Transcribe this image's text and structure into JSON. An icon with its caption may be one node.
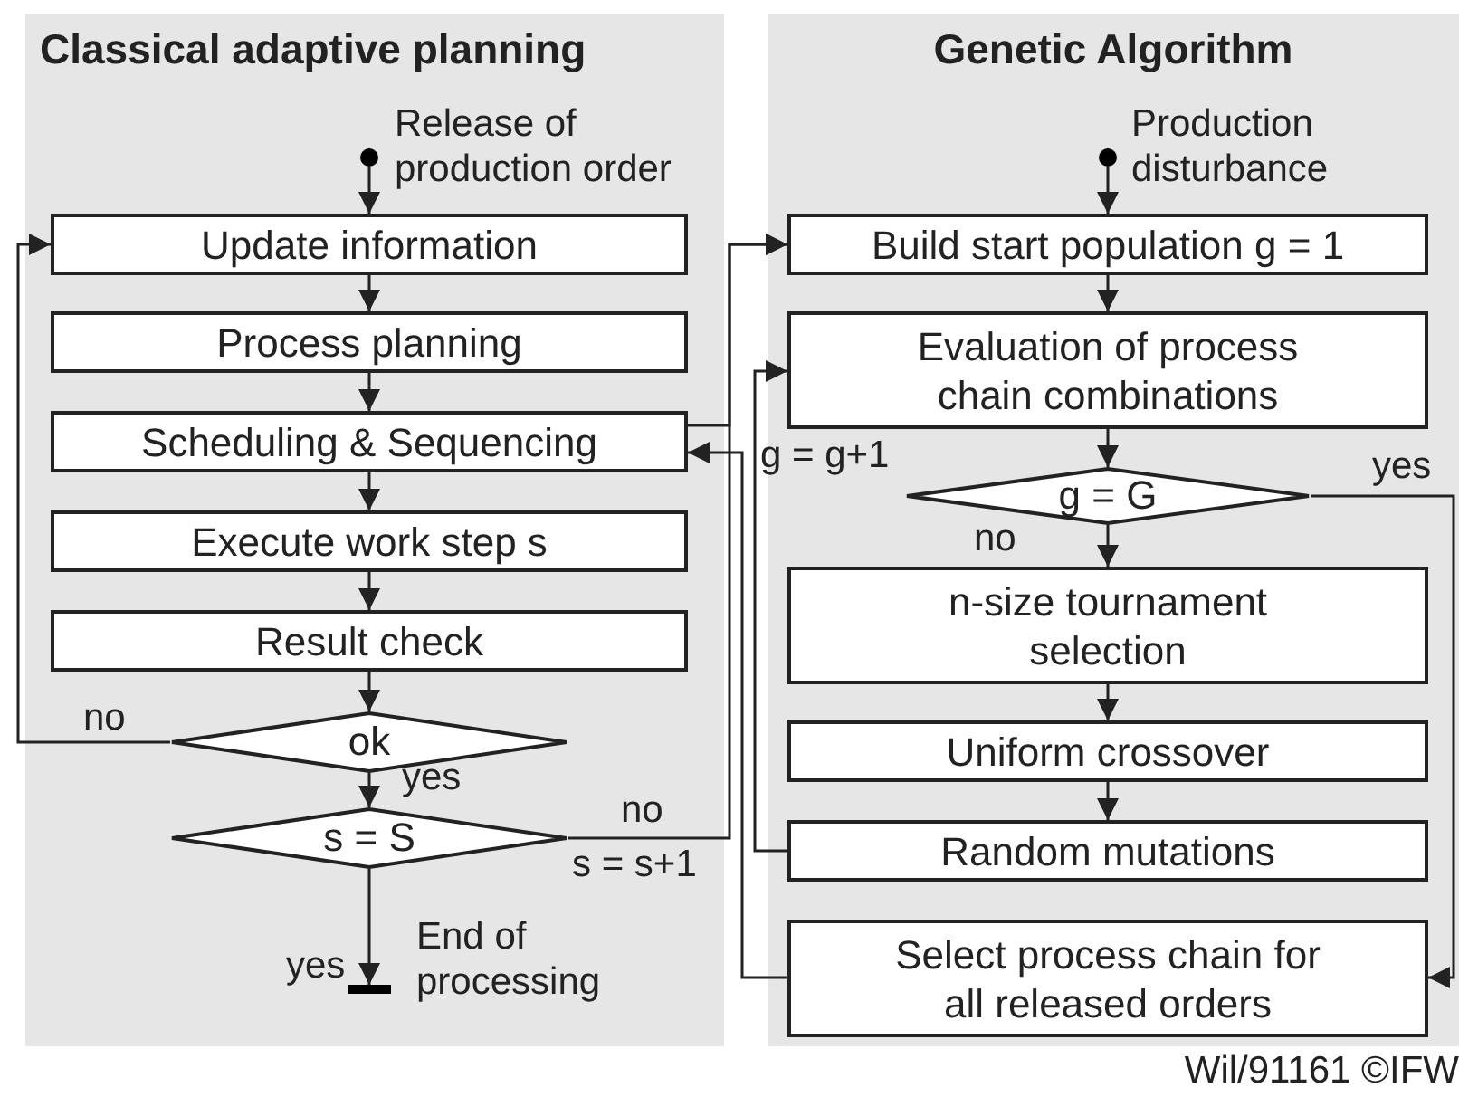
{
  "diagram": {
    "nodes": [
      {
        "text": [
          "Classical adaptive planning"
        ]
      },
      {
        "text": [
          "Genetic Algorithm"
        ]
      },
      {
        "text": [],
        "shape": "circle",
        "in": 0,
        "beside": [
          "Release of production order"
        ]
      },
      {
        "text": [
          "Update information"
        ],
        "in": 0
      },
      {
        "text": [
          "Process planning"
        ],
        "in": 0
      },
      {
        "text": [
          "Scheduling & Sequencing"
        ],
        "in": 0
      },
      {
        "text": [
          "Execute work step s"
        ],
        "in": 0
      },
      {
        "text": [
          "Result check"
        ],
        "in": 0
      },
      {
        "text": [
          "ok"
        ],
        "in": 0
      },
      {
        "text": [
          "s = S"
        ],
        "in": 0
      },
      {
        "text": [],
        "shape": "bar",
        "in": 0,
        "beside": [
          "End of processing"
        ]
      },
      {
        "text": [],
        "shape": "circle",
        "in": 1,
        "beside": [
          "Production disturbance"
        ]
      },
      {
        "text": [
          "Build start population g = 1"
        ],
        "in": 1
      },
      {
        "text": [
          "Evaluation of process chain combinations"
        ],
        "in": 1
      },
      {
        "text": [
          "g = G"
        ],
        "in": 1
      },
      {
        "text": [
          "n-size tournament selection"
        ],
        "in": 1
      },
      {
        "text": [
          "Uniform crossover"
        ],
        "in": 1
      },
      {
        "text": [
          "Random mutations"
        ],
        "in": 1
      },
      {
        "text": [
          "Select process chain for all released orders"
        ],
        "in": 1
      }
    ],
    "edges": [
      {
        "from": 2,
        "to": 3,
        "arrow": "to"
      },
      {
        "from": 3,
        "to": 4,
        "arrow": "to"
      },
      {
        "from": 4,
        "to": 5,
        "arrow": "to"
      },
      {
        "from": 5,
        "to": 6,
        "arrow": "to"
      },
      {
        "from": 6,
        "to": 7,
        "arrow": "to"
      },
      {
        "from": 7,
        "to": 8,
        "arrow": "to"
      },
      {
        "from": 8,
        "to": 3,
        "arrow": "to",
        "label": "no"
      },
      {
        "from": 8,
        "to": 9,
        "arrow": "to",
        "label": "yes"
      },
      {
        "from": 9,
        "to": 10,
        "arrow": "to",
        "label": "yes"
      },
      {
        "from": 9,
        "to": 12,
        "arrow": "to",
        "label": "no"
      },
      {
        "from": 5,
        "to": 12,
        "arrow": "to"
      },
      {
        "from": 11,
        "to": 12,
        "arrow": "to"
      },
      {
        "from": 12,
        "to": 13,
        "arrow": "to"
      },
      {
        "from": 13,
        "to": 14,
        "arrow": "to"
      },
      {
        "from": 14,
        "to": 15,
        "arrow": "to",
        "label": "no"
      },
      {
        "from": 14,
        "to": 18,
        "arrow": "to",
        "label": "yes"
      },
      {
        "from": 15,
        "to": 16,
        "arrow": "to"
      },
      {
        "from": 16,
        "to": 17,
        "arrow": "to"
      },
      {
        "from": 17,
        "to": 13,
        "arrow": "to",
        "label": "g = g+1"
      },
      {
        "from": 18,
        "to": 5,
        "arrow": "to"
      }
    ],
    "labels": [
      "s = s+1",
      "Wil/91161 ©IFW"
    ]
  }
}
